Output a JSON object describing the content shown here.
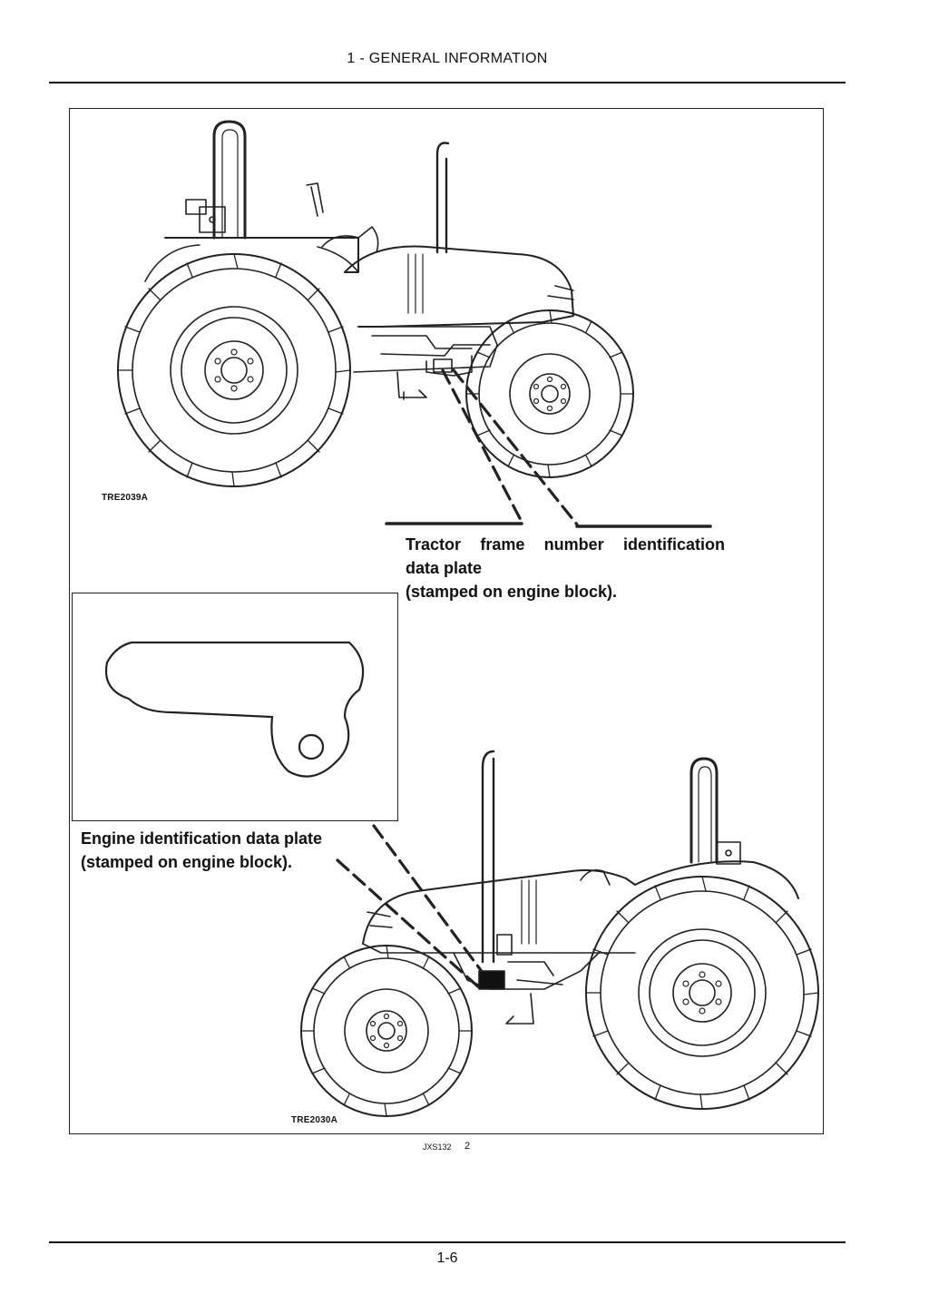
{
  "header": {
    "title": "1 - GENERAL INFORMATION"
  },
  "figure": {
    "top_ref": "TRE2039A",
    "bottom_ref": "TRE2030A",
    "callout_frame": {
      "line1": "Tractor frame number identification",
      "line2": "data plate",
      "line3": "(stamped on engine block)."
    },
    "callout_engine": {
      "line1": "Engine identification data plate",
      "line2": "(stamped on engine block)."
    },
    "code": "JXS132",
    "number": "2"
  },
  "footer": {
    "page": "1-6"
  }
}
